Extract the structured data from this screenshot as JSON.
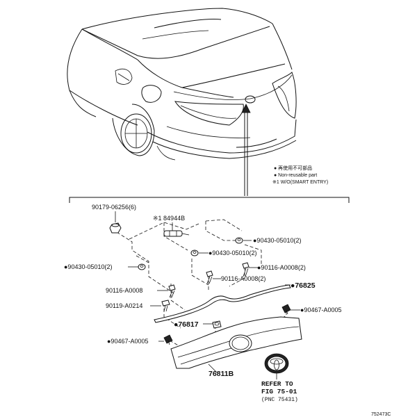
{
  "legend": {
    "line1": "● 再使用不可部品",
    "line2": "● Non-reusable part",
    "line3": "※1 W/O(SMART ENTRY)"
  },
  "labels": {
    "p90179": "90179-06256(6)",
    "p84944": "※1 84944B",
    "p90430_a": "●90430-05010(2)",
    "p90430_b": "●90430-05010(2)",
    "p90430_c": "●90430-05010(2)",
    "p90116_a": "●90116-A0008(2)",
    "p90116_b": "90116-A0008(2)",
    "p90116_c": "90116-A0008",
    "p76825": "●76825",
    "p90119": "90119-A0214",
    "p90467_a": "●90467-A0005",
    "p76817": "●76817",
    "p90467_b": "●90467-A0005",
    "p76811": "76811B"
  },
  "reference": {
    "line1": "REFER TO",
    "line2": "FIG 75-01",
    "line3": "(PNC 75431)"
  },
  "diagram_code": "752473C"
}
